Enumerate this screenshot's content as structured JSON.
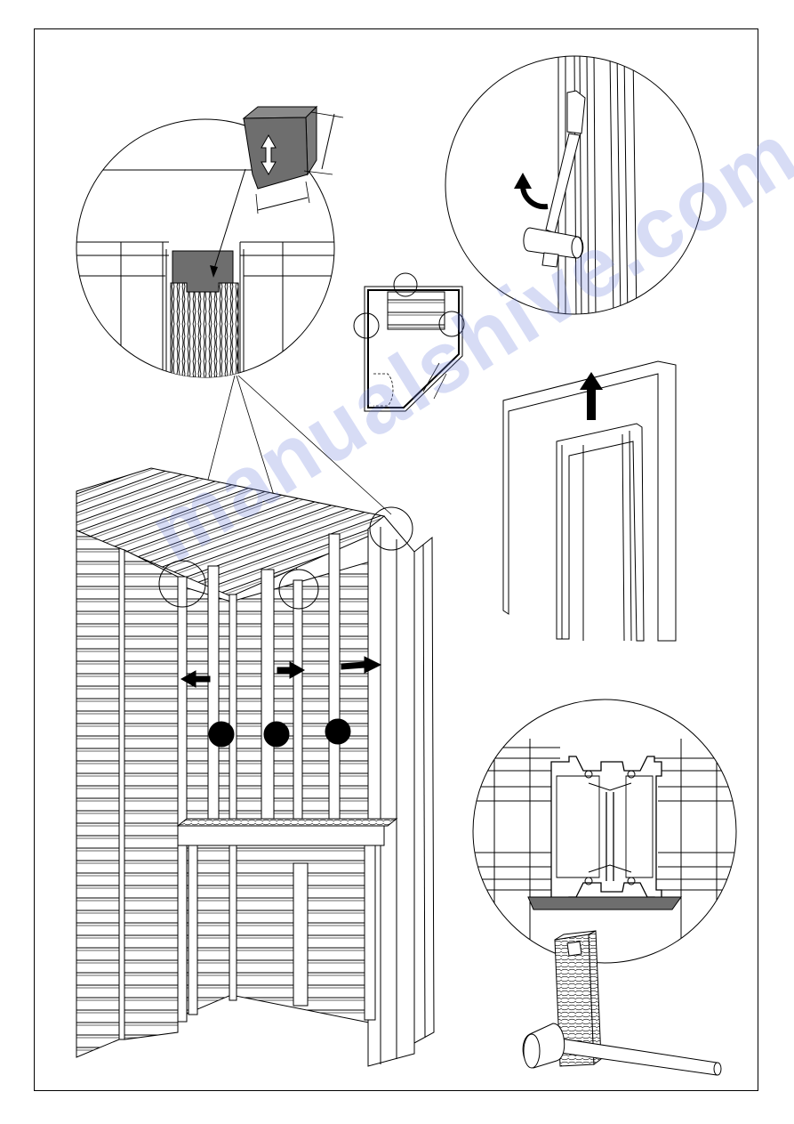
{
  "document": {
    "type": "assembly-instruction-page",
    "watermark_text": "manualshive.com",
    "colors": {
      "ink": "#000000",
      "grey_block": "#6e6e6e",
      "watermark": "#8a9bdf"
    }
  },
  "figures": [
    {
      "name": "wedge-detail",
      "icons": [
        "vertical-double-arrow-icon",
        "insertion-arrow-icon"
      ]
    },
    {
      "name": "mallet-tap-detail",
      "icons": [
        "curved-arrow-icon"
      ]
    },
    {
      "name": "floor-plan",
      "icons": []
    },
    {
      "name": "profile-lift",
      "icons": [
        "up-arrow-icon"
      ]
    },
    {
      "name": "profile-cross-section",
      "icons": []
    },
    {
      "name": "cabin-interior",
      "icons": [
        "left-arrow-icon",
        "right-arrow-icon",
        "step-dot-icon"
      ]
    }
  ]
}
